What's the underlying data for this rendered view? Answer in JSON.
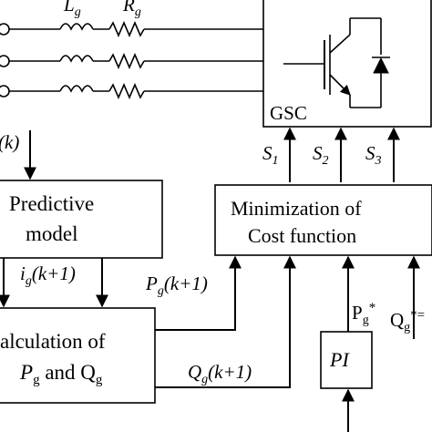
{
  "grid": {
    "inductor_label": "L",
    "inductor_sub": "g",
    "resistor_label": "R",
    "resistor_sub": "g",
    "k_label": "(k)"
  },
  "converter": {
    "label": "GSC",
    "switches": [
      {
        "label": "S",
        "sub": "1"
      },
      {
        "label": "S",
        "sub": "2"
      },
      {
        "label": "S",
        "sub": "3"
      }
    ]
  },
  "blocks": {
    "predictive_model": {
      "line1": "Predictive",
      "line2": "model"
    },
    "minimization": {
      "line1": "Minimization of",
      "line2": "Cost function"
    },
    "calculation": {
      "line1": "alculation of",
      "line2_p": "P",
      "line2_p_sub": "g",
      "line2_mid": " and Q",
      "line2_q_sub": "g"
    },
    "pi": {
      "label": "PI"
    }
  },
  "signals": {
    "ig_next": {
      "label": "i",
      "sub": "g",
      "suffix": "(k+1)"
    },
    "pg_next": {
      "label": "P",
      "sub": "g",
      "suffix": "(k+1)"
    },
    "qg_next": {
      "label": "Q",
      "sub": "g",
      "suffix": "(k+1)"
    },
    "pg_ref": {
      "label": "P",
      "sub": "g",
      "sup": "*"
    },
    "qg_ref": {
      "label": "Q",
      "sub": "g",
      "sup": "*="
    }
  }
}
